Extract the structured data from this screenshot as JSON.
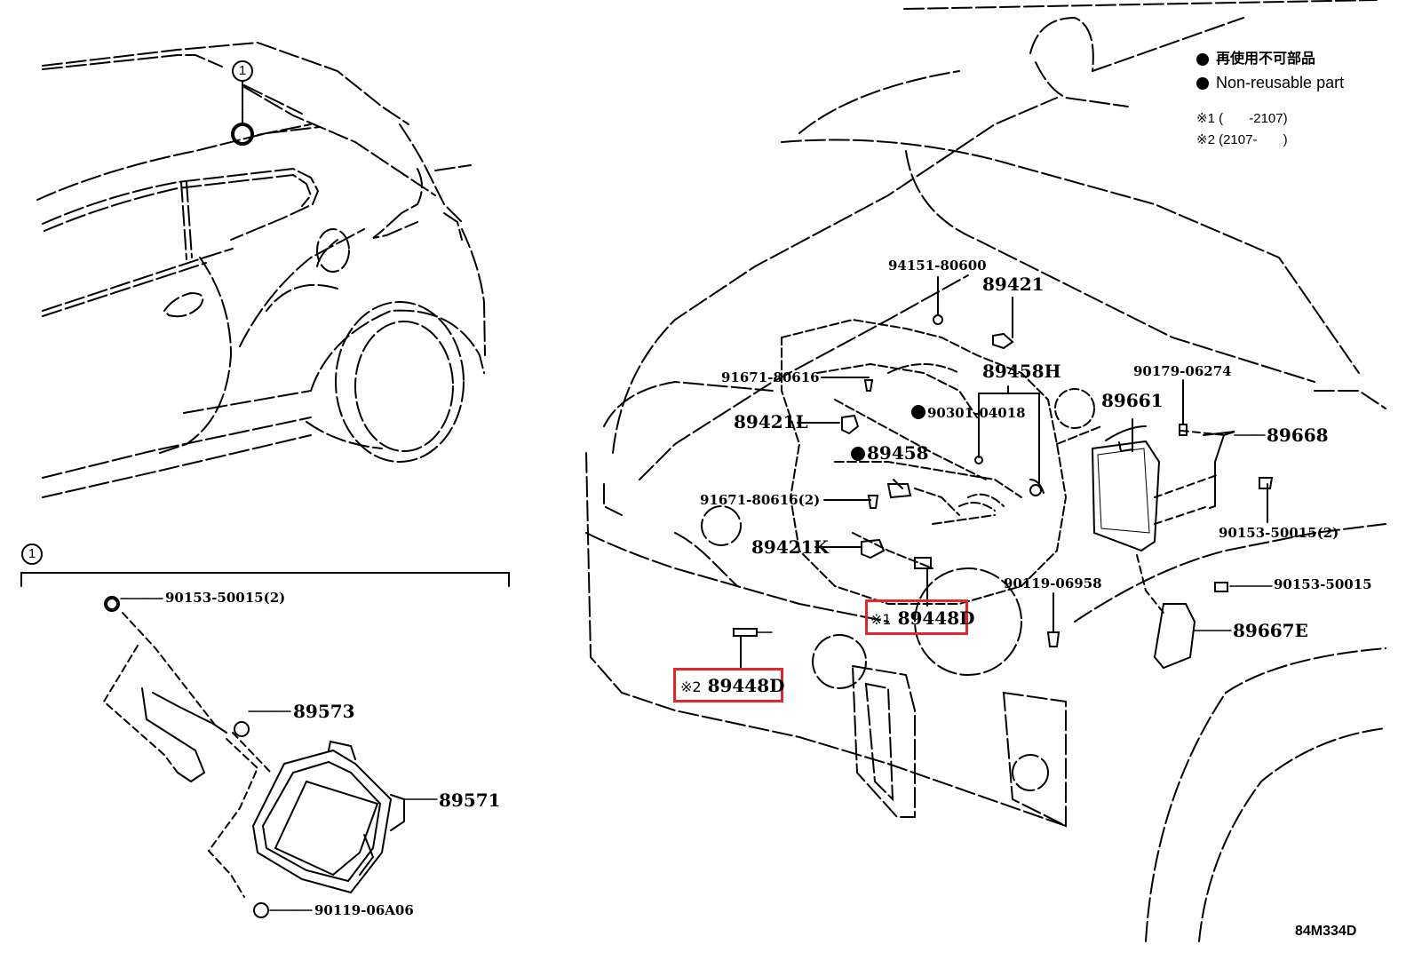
{
  "diagram_id": "84M334D",
  "legend": {
    "jp_label": "再使用不可部品",
    "en_label": "Non-reusable part",
    "note1": "※1 (       -2107)",
    "note2": "※2 (2107-       )"
  },
  "callout": {
    "ref_number": "1",
    "detail_ref_number": "1"
  },
  "detail_parts": [
    {
      "id": "p-90153-50015-2a",
      "label": "90153-50015(2)"
    },
    {
      "id": "p-89573",
      "label": "89573"
    },
    {
      "id": "p-89571",
      "label": "89571"
    },
    {
      "id": "p-90119-06a06",
      "label": "90119-06A06"
    }
  ],
  "engine_parts": [
    {
      "id": "p-94151-80600",
      "label": "94151-80600"
    },
    {
      "id": "p-89421",
      "label": "89421"
    },
    {
      "id": "p-91671-80616",
      "label": "91671-80616"
    },
    {
      "id": "p-89458h",
      "label": "89458H"
    },
    {
      "id": "p-89421l",
      "label": "89421L"
    },
    {
      "id": "p-90301-04018",
      "label": "90301-04018",
      "non_reusable": true
    },
    {
      "id": "p-89458",
      "label": "89458",
      "non_reusable": true
    },
    {
      "id": "p-91671-80616-2",
      "label": "91671-80616(2)"
    },
    {
      "id": "p-89421k",
      "label": "89421K"
    },
    {
      "id": "p-90119-06958",
      "label": "90119-06958"
    },
    {
      "id": "p-89448d-1",
      "label": "89448D",
      "note": "※1",
      "highlighted": true
    },
    {
      "id": "p-89448d-2",
      "label": "89448D",
      "note": "※2",
      "highlighted": true
    },
    {
      "id": "p-90179-06274",
      "label": "90179-06274"
    },
    {
      "id": "p-89661",
      "label": "89661"
    },
    {
      "id": "p-89668",
      "label": "89668"
    },
    {
      "id": "p-90153-50015-2b",
      "label": "90153-50015(2)"
    },
    {
      "id": "p-90153-50015",
      "label": "90153-50015"
    },
    {
      "id": "p-89667e",
      "label": "89667E"
    }
  ],
  "colors": {
    "highlight": "#e3262b",
    "ink": "#000000",
    "background": "#ffffff"
  }
}
